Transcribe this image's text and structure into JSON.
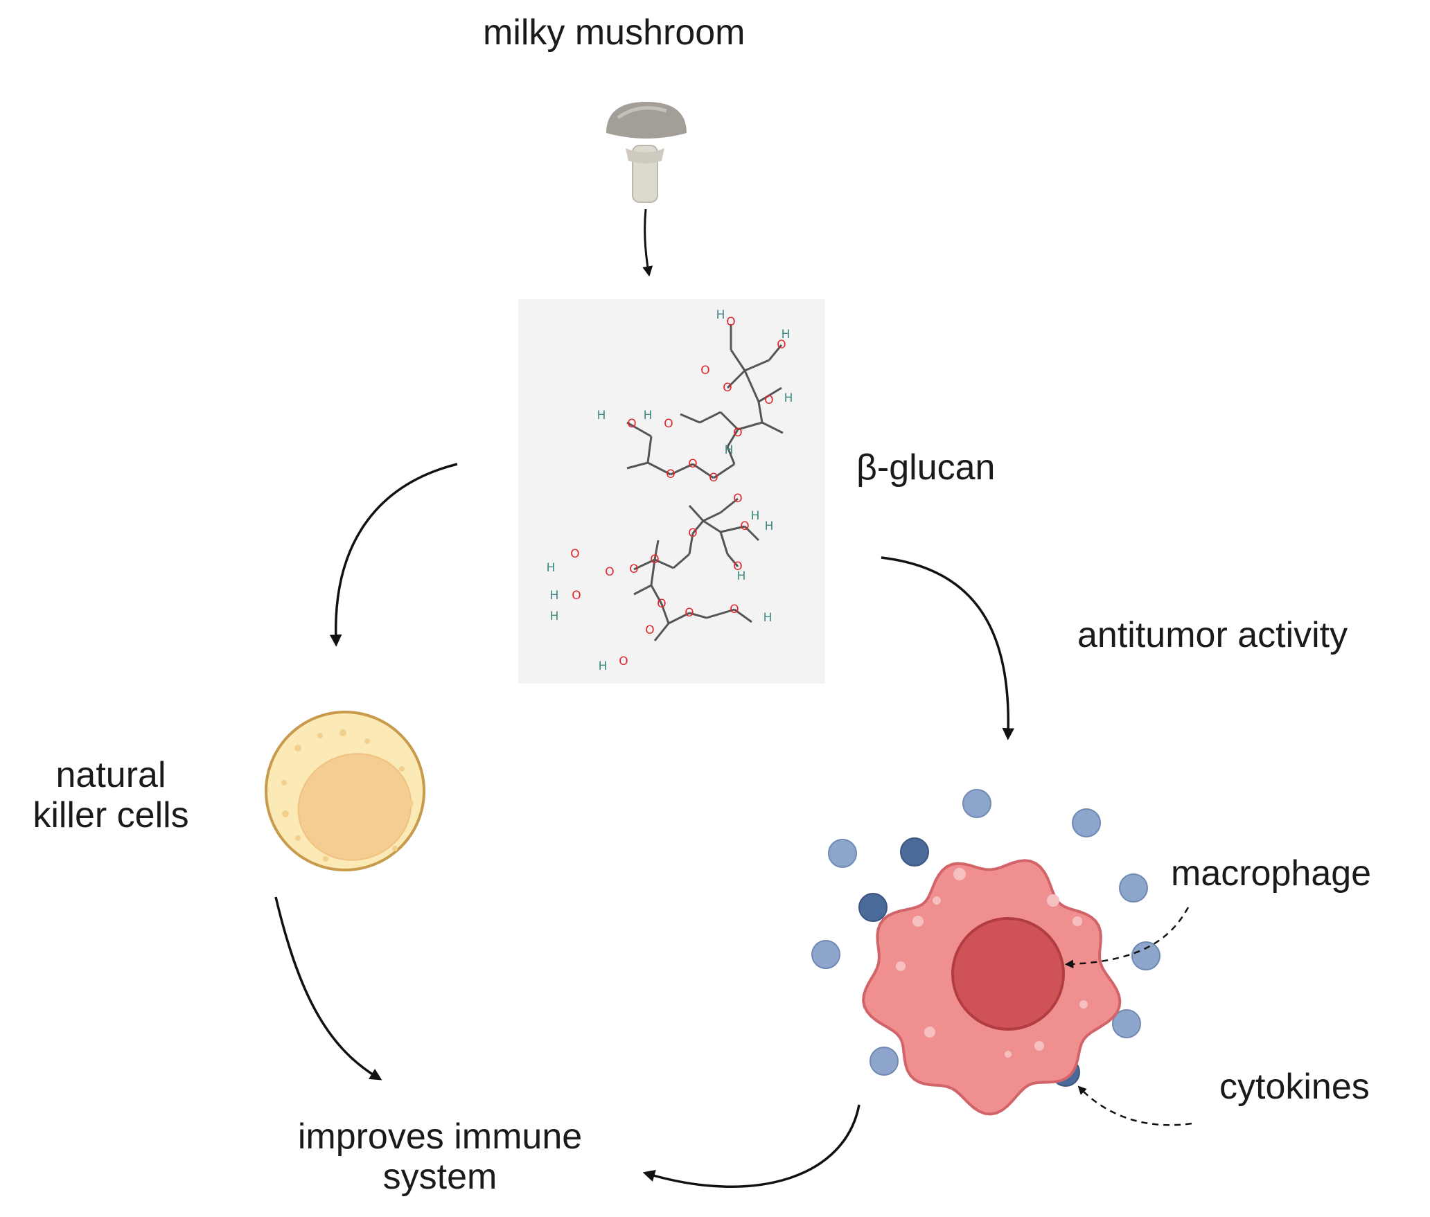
{
  "labels": {
    "source": "milky mushroom",
    "compound": "β-glucan",
    "activity": "antitumor activity",
    "nk_line1": "natural",
    "nk_line2": "killer cells",
    "macrophage": "macrophage",
    "cytokines": "cytokines",
    "outcome_line1": "improves immune",
    "outcome_line2": "system"
  },
  "molecule_atoms": [
    "O",
    "H"
  ],
  "icons": {
    "source": "mushroom-icon",
    "compound": "beta-glucan-structure-image",
    "nk": "natural-killer-cell-icon",
    "macrophage": "macrophage-icon"
  },
  "colors": {
    "arrow": "#111111",
    "mushroom_cap": "#a39e97",
    "mushroom_stem": "#dcd9cf",
    "structure_bg": "#f3f3f3",
    "bond": "#555555",
    "oxygen": "#e0262a",
    "hydrogen": "#3c8a82",
    "nk_outer": "#fbeab5",
    "nk_nucleus": "#f4cd92",
    "macrophage_body": "#ef8f8f",
    "macrophage_nucleus": "#cf5356",
    "cytokine_light": "#8ea6cc",
    "cytokine_dark": "#4a6a9a"
  }
}
